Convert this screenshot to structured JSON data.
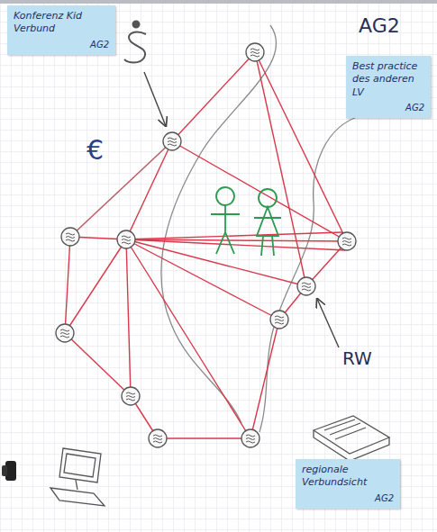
{
  "diagram": {
    "nodes": [
      {
        "text": [
          "Konferenz Kid Verbund",
          "AG2"
        ]
      },
      {
        "text": [
          "Best practice des anderen LV",
          "AG2"
        ]
      },
      {
        "text": [
          "regionale Verbundsicht",
          "AG2"
        ]
      }
    ],
    "labels": [
      "AG2",
      "€",
      "RW"
    ]
  }
}
